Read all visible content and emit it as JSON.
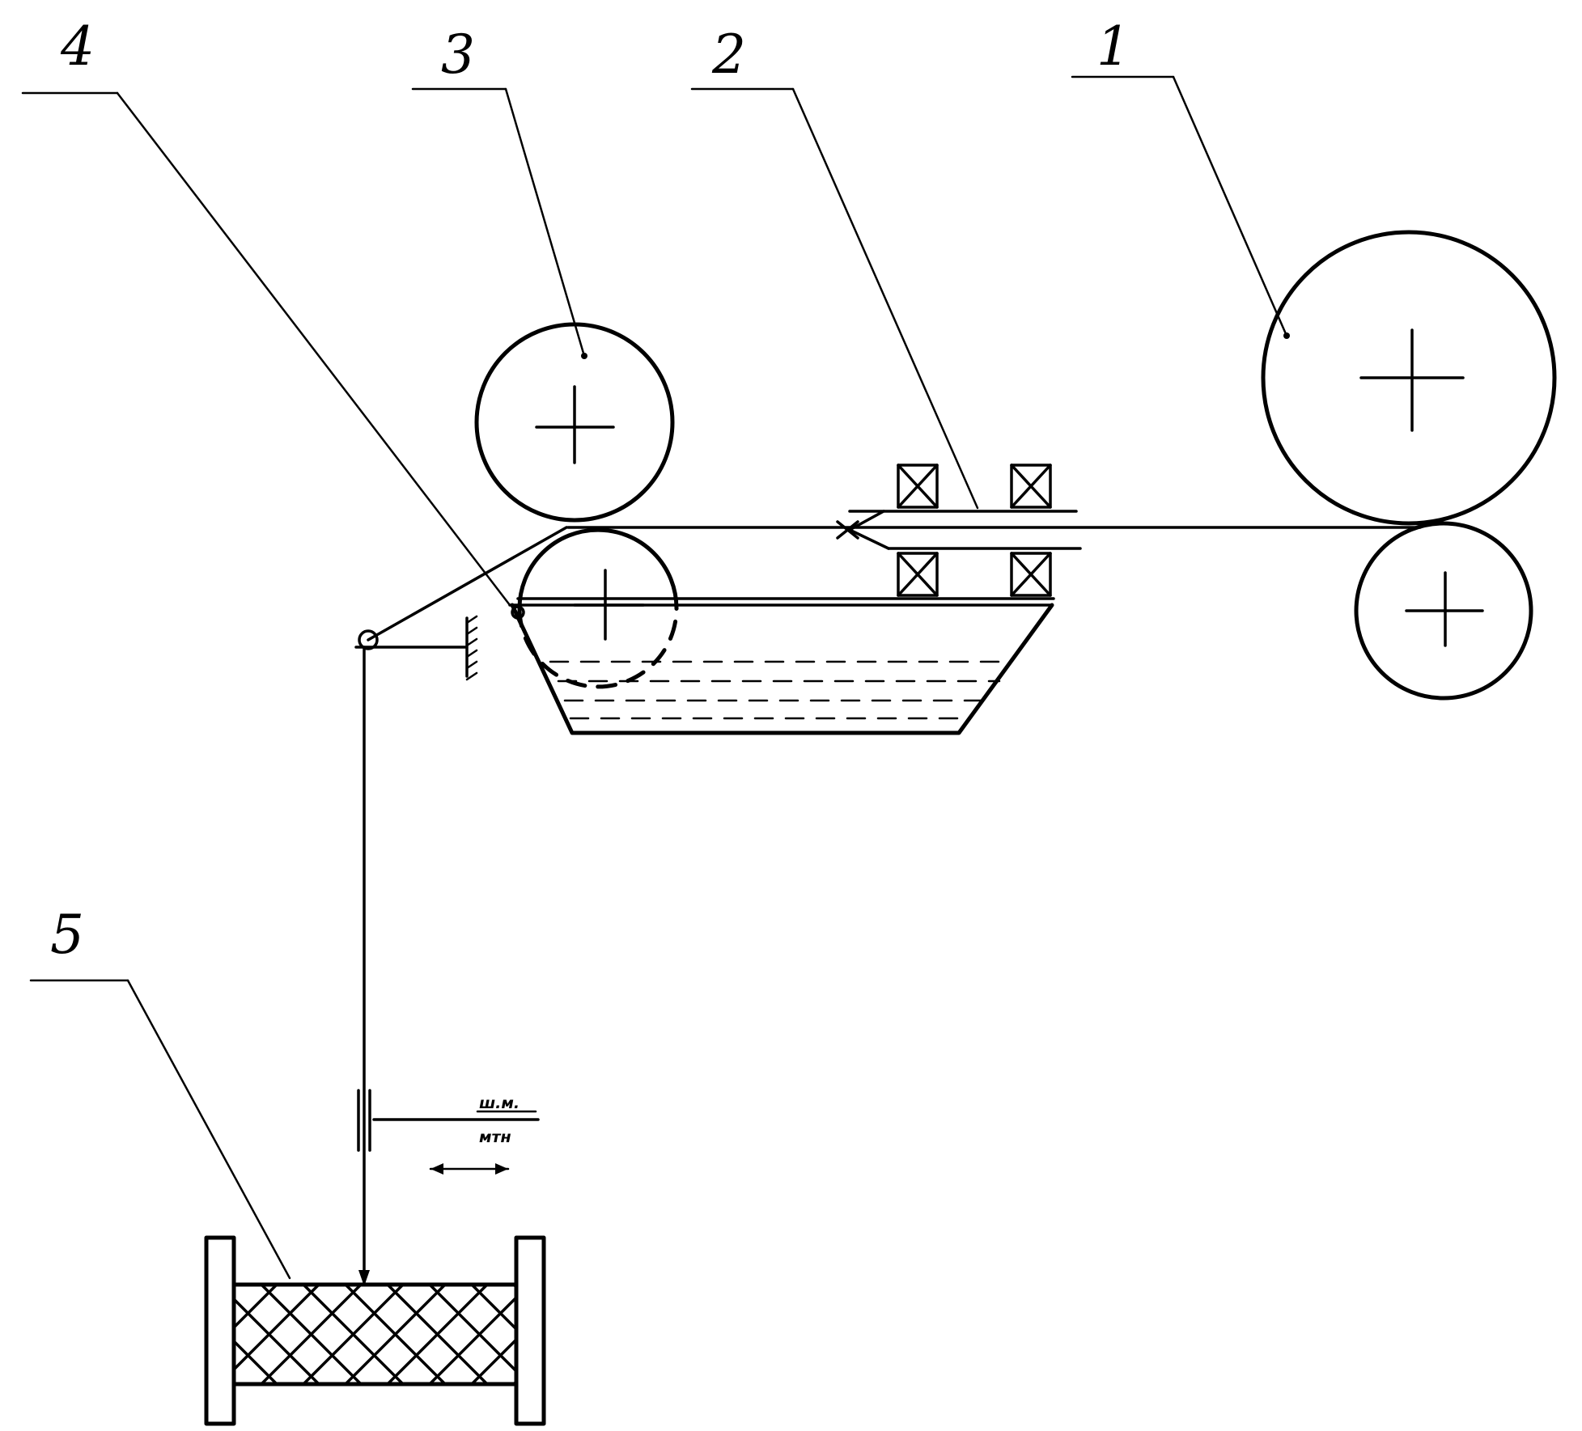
{
  "callouts": [
    {
      "id": "1",
      "label": "1"
    },
    {
      "id": "2",
      "label": "2"
    },
    {
      "id": "3",
      "label": "3"
    },
    {
      "id": "4",
      "label": "4"
    },
    {
      "id": "5",
      "label": "5"
    }
  ],
  "annotation": {
    "upper": "ш.м.",
    "lower": "мтн"
  },
  "colors": {
    "ink": "#000000",
    "background": "#ffffff"
  }
}
